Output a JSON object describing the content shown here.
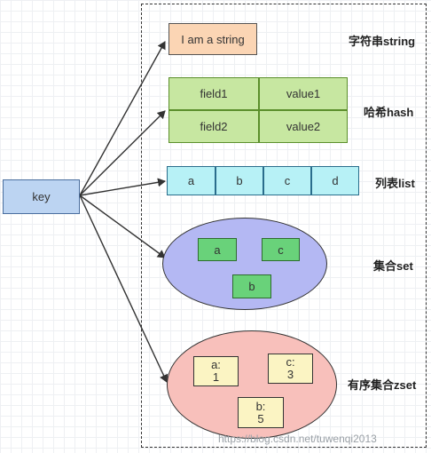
{
  "key": {
    "label": "key"
  },
  "string": {
    "value": "I am a string",
    "label": "字符串string"
  },
  "hash": {
    "rows": [
      {
        "field": "field1",
        "value": "value1"
      },
      {
        "field": "field2",
        "value": "value2"
      }
    ],
    "label": "哈希hash"
  },
  "list": {
    "items": [
      "a",
      "b",
      "c",
      "d"
    ],
    "label": "列表list"
  },
  "set": {
    "members": [
      "a",
      "c",
      "b"
    ],
    "label": "集合set"
  },
  "zset": {
    "members": [
      {
        "name": "a:",
        "score": "1"
      },
      {
        "name": "c:",
        "score": "3"
      },
      {
        "name": "b:",
        "score": "5"
      }
    ],
    "label": "有序集合zset"
  },
  "watermark": "https://blog.csdn.net/tuwenqi2013",
  "colors": {
    "key_fill": "#bcd4f2",
    "string_fill": "#fbd5b4",
    "hash_fill": "#c7e7a1",
    "list_fill": "#b7f1f6",
    "set_fill": "#b4b8f3",
    "set_member_fill": "#69d27a",
    "zset_fill": "#f8c0bb",
    "zset_member_fill": "#fbf4c3"
  }
}
